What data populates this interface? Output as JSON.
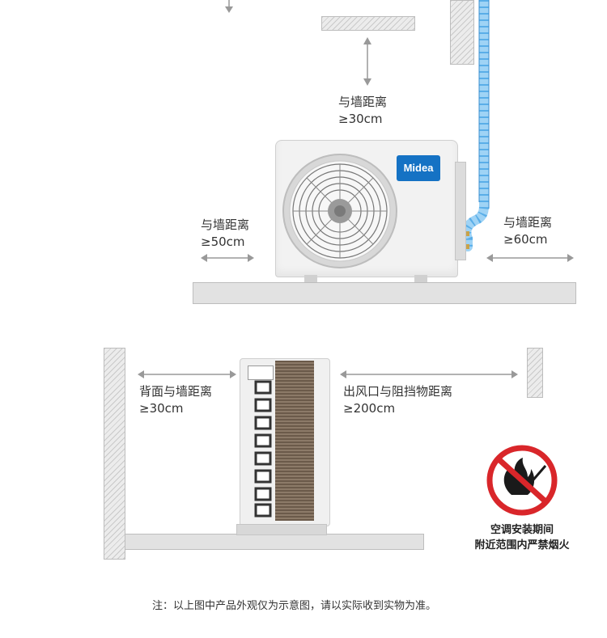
{
  "top_diagram": {
    "brand": "Midea",
    "label_top_line1": "与墙距离",
    "label_top_line2": "≥30cm",
    "label_left_line1": "与墙距离",
    "label_left_line2": "≥50cm",
    "label_right_line1": "与墙距离",
    "label_right_line2": "≥60cm"
  },
  "bottom_diagram": {
    "label_back_line1": "背面与墙距离",
    "label_back_line2": "≥30cm",
    "label_outlet_line1": "出风口与阻挡物距离",
    "label_outlet_line2": "≥200cm"
  },
  "warning": {
    "line1": "空调安装期间",
    "line2": "附近范围内严禁烟火"
  },
  "footnote": "注：以上图中产品外观仅为示意图，请以实际收到实物为准。",
  "colors": {
    "pipe": "#5aaee8",
    "no_sign_red": "#d9262a",
    "brand_blue": "#1572c4"
  }
}
